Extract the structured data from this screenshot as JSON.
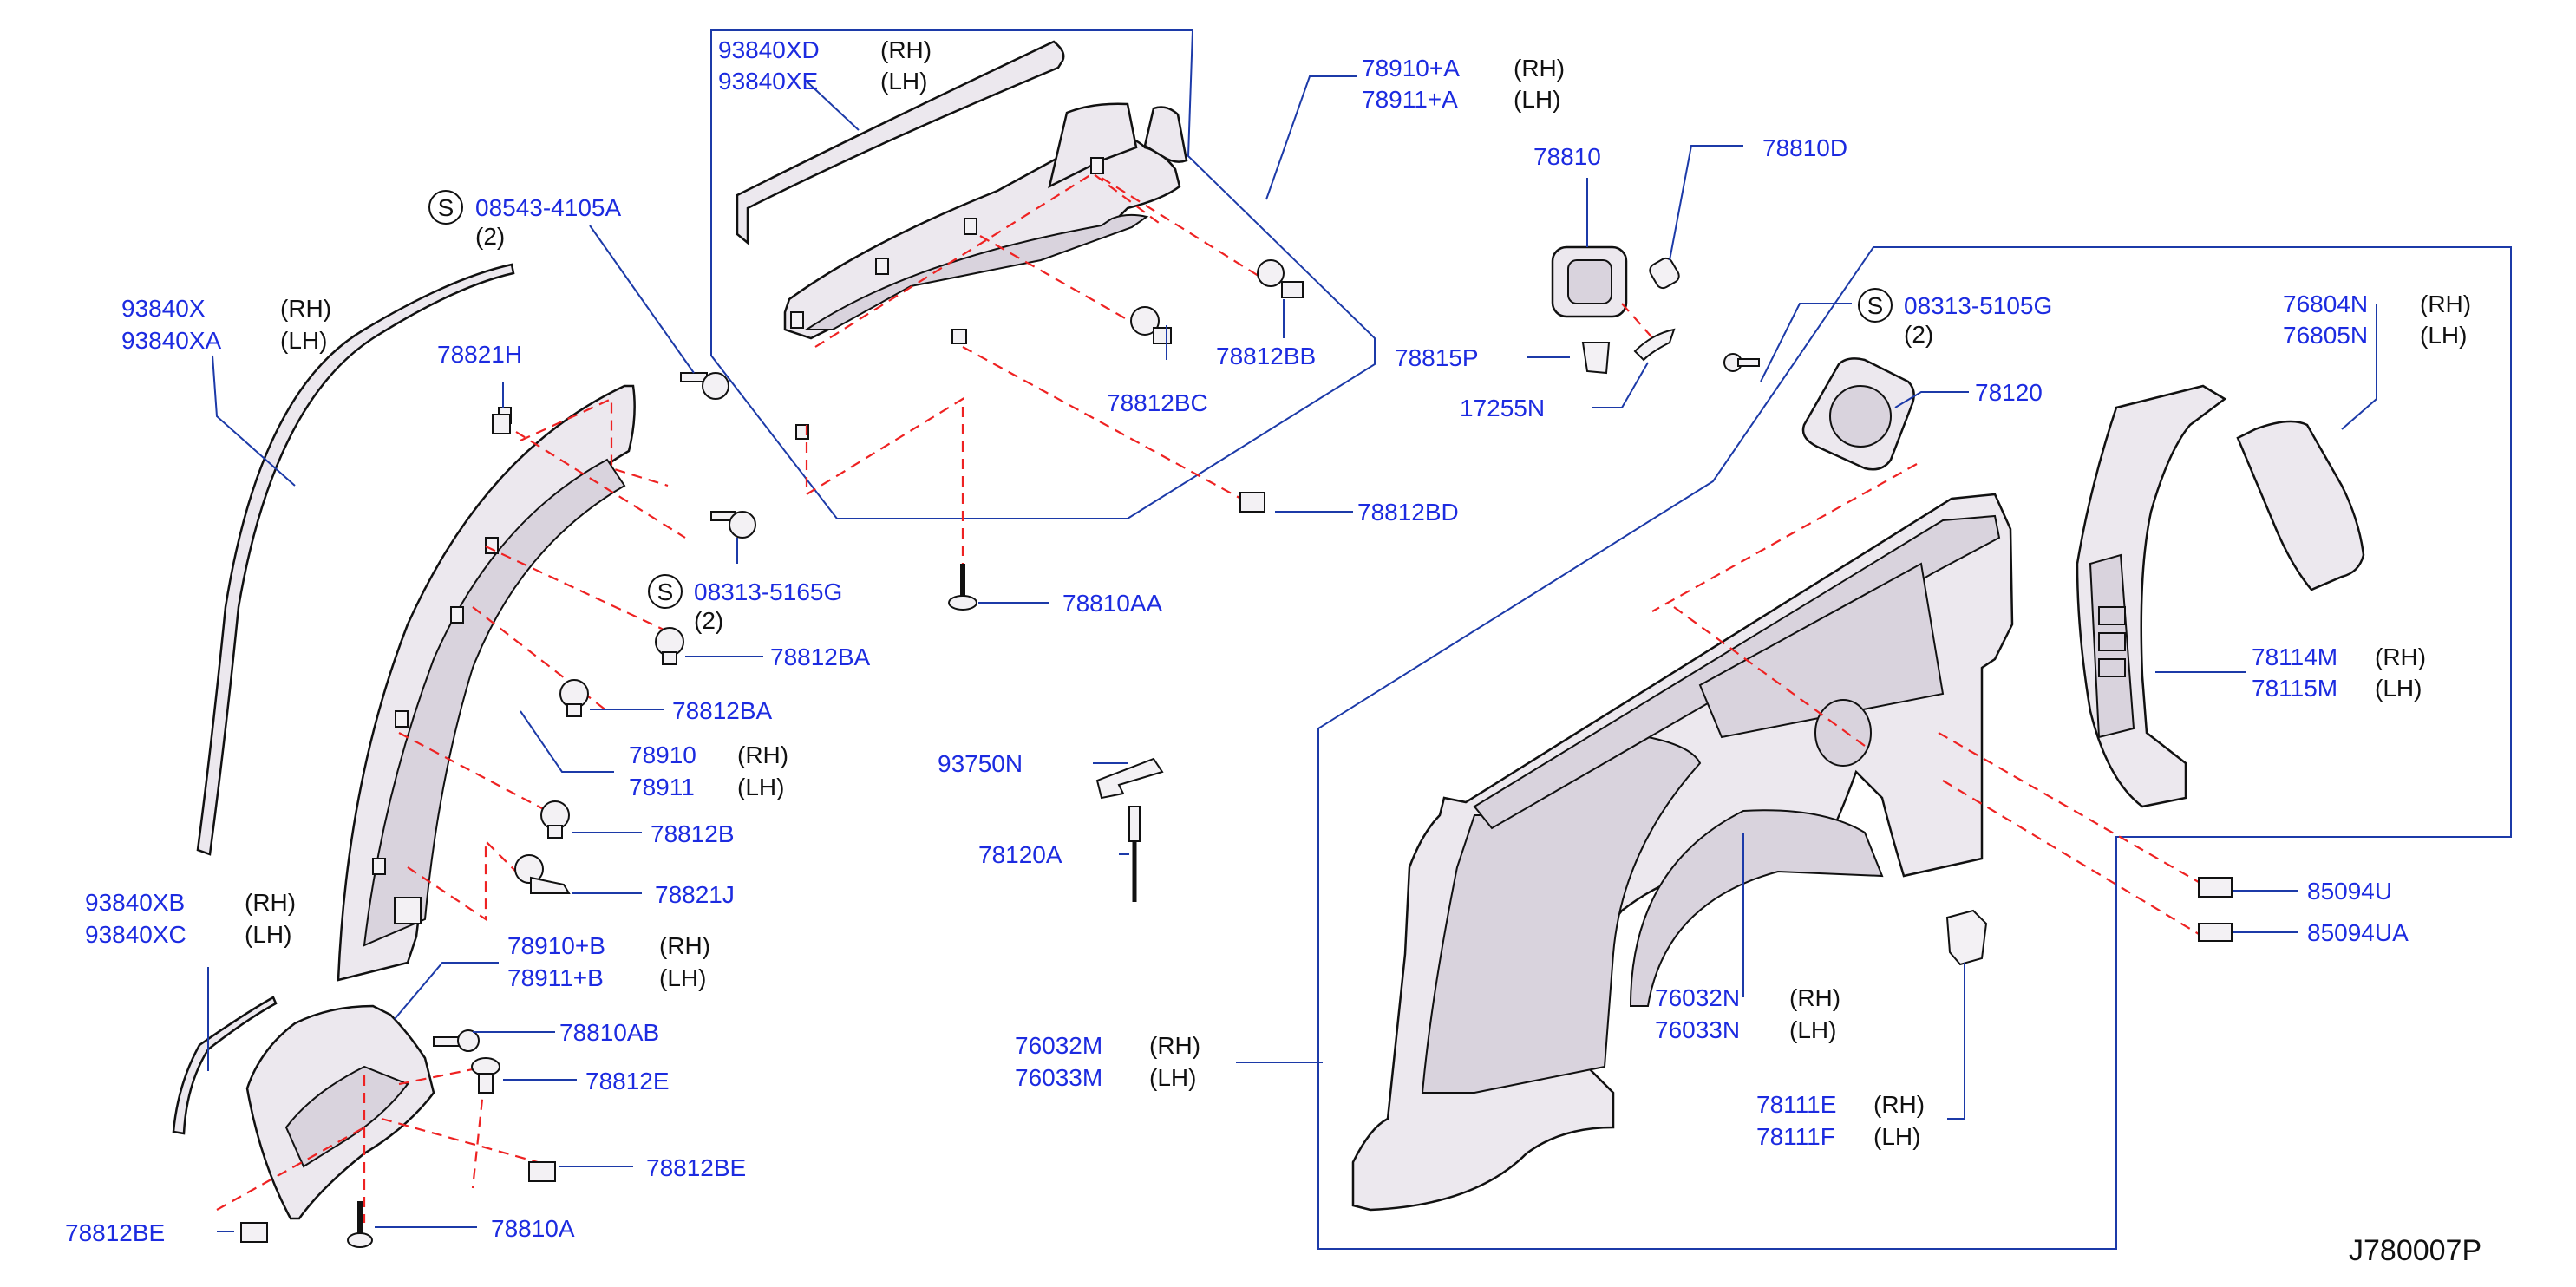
{
  "diagram": {
    "reference": "J780007P",
    "labels": [
      {
        "id": "93840XD",
        "text": "93840XD",
        "side": "(RH)"
      },
      {
        "id": "93840XE",
        "text": "93840XE",
        "side": "(LH)"
      },
      {
        "id": "78910A",
        "text": "78910+A",
        "side": "(RH)"
      },
      {
        "id": "78911A",
        "text": "78911+A",
        "side": "(LH)"
      },
      {
        "id": "78810",
        "text": "78810",
        "side": ""
      },
      {
        "id": "78810D",
        "text": "78810D",
        "side": ""
      },
      {
        "id": "08543",
        "text": "08543-4105A",
        "side": "",
        "qty": "(2)",
        "symbol": "S"
      },
      {
        "id": "93840X",
        "text": "93840X",
        "side": "(RH)"
      },
      {
        "id": "93840XA",
        "text": "93840XA",
        "side": "(LH)"
      },
      {
        "id": "78821H",
        "text": "78821H",
        "side": ""
      },
      {
        "id": "78812BB",
        "text": "78812BB",
        "side": ""
      },
      {
        "id": "78815P",
        "text": "78815P",
        "side": ""
      },
      {
        "id": "08313-5105G",
        "text": "08313-5105G",
        "side": "",
        "qty": "(2)",
        "symbol": "S"
      },
      {
        "id": "76804N",
        "text": "76804N",
        "side": "(RH)"
      },
      {
        "id": "76805N",
        "text": "76805N",
        "side": "(LH)"
      },
      {
        "id": "78812BC",
        "text": "78812BC",
        "side": ""
      },
      {
        "id": "17255N",
        "text": "17255N",
        "side": ""
      },
      {
        "id": "78120",
        "text": "78120",
        "side": ""
      },
      {
        "id": "78812BD",
        "text": "78812BD",
        "side": ""
      },
      {
        "id": "08313-5165G",
        "text": "08313-5165G",
        "side": "",
        "qty": "(2)",
        "symbol": "S"
      },
      {
        "id": "78810AA",
        "text": "78810AA",
        "side": ""
      },
      {
        "id": "78812BA-1",
        "text": "78812BA",
        "side": ""
      },
      {
        "id": "78114M",
        "text": "78114M",
        "side": "(RH)"
      },
      {
        "id": "78115M",
        "text": "78115M",
        "side": "(LH)"
      },
      {
        "id": "78812BA-2",
        "text": "78812BA",
        "side": ""
      },
      {
        "id": "78910",
        "text": "78910",
        "side": "(RH)"
      },
      {
        "id": "78911",
        "text": "78911",
        "side": "(LH)"
      },
      {
        "id": "93750N",
        "text": "93750N",
        "side": ""
      },
      {
        "id": "78812B",
        "text": "78812B",
        "side": ""
      },
      {
        "id": "78120A",
        "text": "78120A",
        "side": ""
      },
      {
        "id": "78821J",
        "text": "78821J",
        "side": ""
      },
      {
        "id": "85094U",
        "text": "85094U",
        "side": ""
      },
      {
        "id": "93840XB",
        "text": "93840XB",
        "side": "(RH)"
      },
      {
        "id": "93840XC",
        "text": "93840XC",
        "side": "(LH)"
      },
      {
        "id": "85094UA",
        "text": "85094UA",
        "side": ""
      },
      {
        "id": "78910B",
        "text": "78910+B",
        "side": "(RH)"
      },
      {
        "id": "78911B",
        "text": "78911+B",
        "side": "(LH)"
      },
      {
        "id": "76032N",
        "text": "76032N",
        "side": "(RH)"
      },
      {
        "id": "76033N",
        "text": "76033N",
        "side": "(LH)"
      },
      {
        "id": "78810AB",
        "text": "78810AB",
        "side": ""
      },
      {
        "id": "76032M",
        "text": "76032M",
        "side": "(RH)"
      },
      {
        "id": "76033M",
        "text": "76033M",
        "side": "(LH)"
      },
      {
        "id": "78812E",
        "text": "78812E",
        "side": ""
      },
      {
        "id": "78111E",
        "text": "78111E",
        "side": "(RH)"
      },
      {
        "id": "78111F",
        "text": "78111F",
        "side": "(LH)"
      },
      {
        "id": "78812BE-1",
        "text": "78812BE",
        "side": ""
      },
      {
        "id": "78812BE-2",
        "text": "78812BE",
        "side": ""
      },
      {
        "id": "78810A",
        "text": "78810A",
        "side": ""
      }
    ]
  }
}
